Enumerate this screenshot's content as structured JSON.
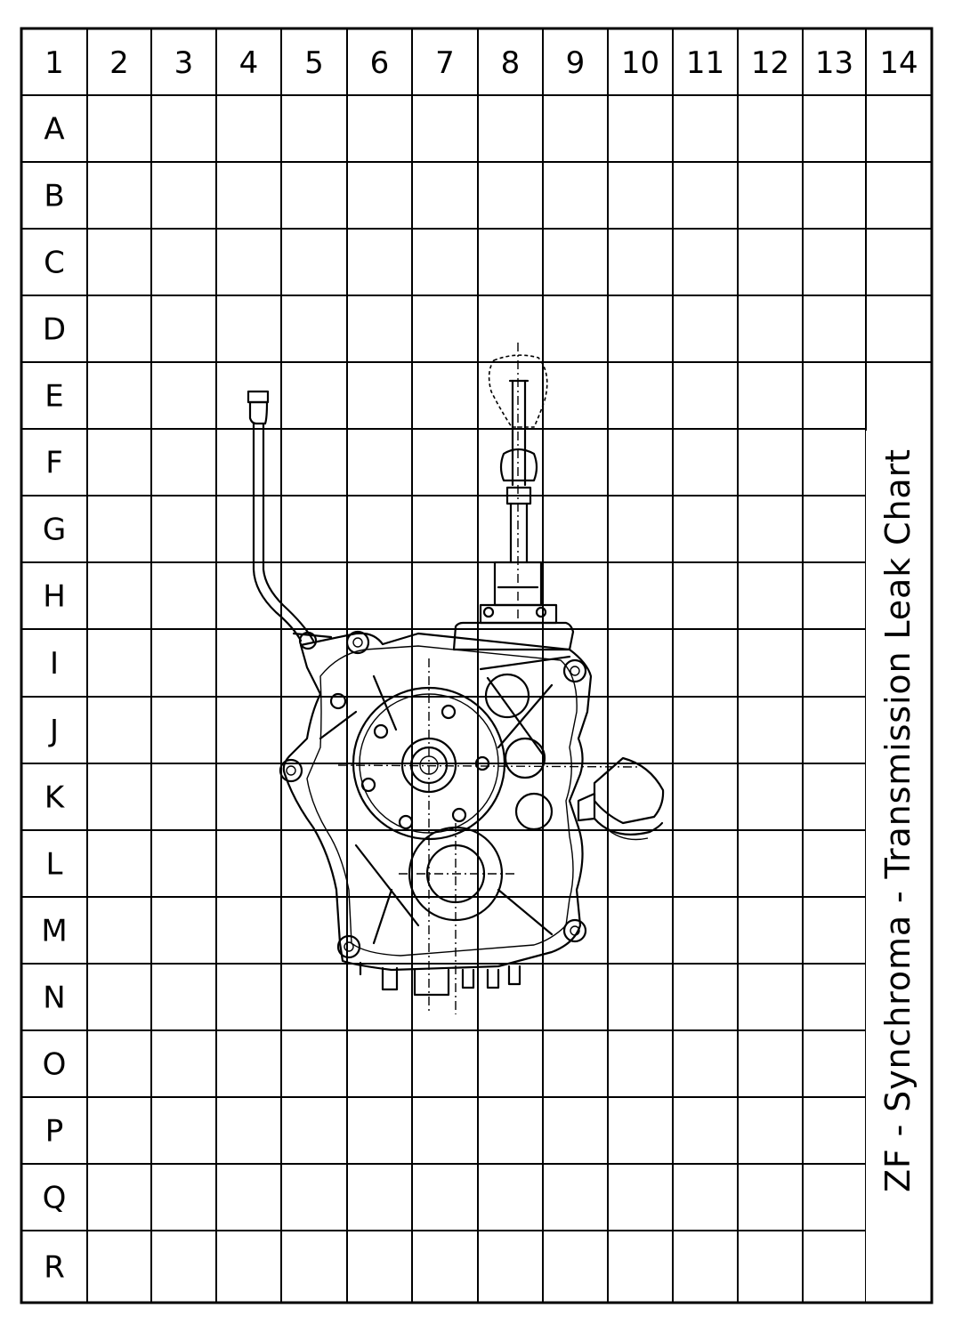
{
  "title": "ZF - Synchroma - Transmission Leak Chart",
  "columns": [
    "1",
    "2",
    "3",
    "4",
    "5",
    "6",
    "7",
    "8",
    "9",
    "10",
    "11",
    "12",
    "13",
    "14"
  ],
  "rows": [
    "A",
    "B",
    "C",
    "D",
    "E",
    "F",
    "G",
    "H",
    "I",
    "J",
    "K",
    "L",
    "M",
    "N",
    "O",
    "P",
    "Q",
    "R"
  ],
  "drawing": "transmission-rear-view"
}
